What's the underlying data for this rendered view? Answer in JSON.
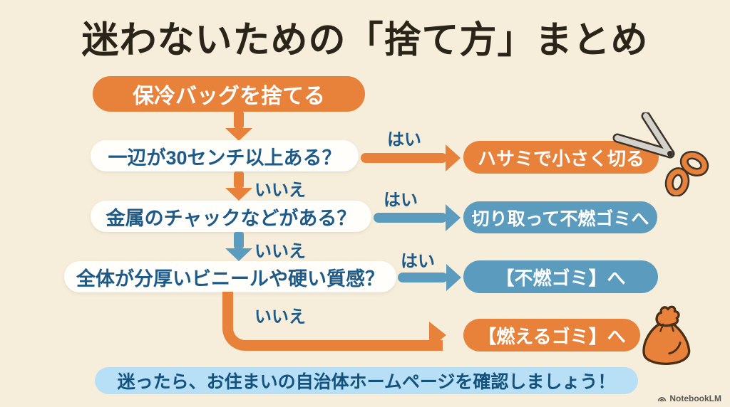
{
  "title": "迷わないための「捨て方」まとめ",
  "start": {
    "label": "保冷バッグを捨てる"
  },
  "rows": {
    "q1": {
      "question": "一辺が30センチ以上ある？",
      "yes": "はい",
      "no": "いいえ",
      "result": "ハサミで小さく切る"
    },
    "q2": {
      "question": "金属のチャックなどがある？",
      "yes": "はい",
      "no": "いいえ",
      "result": "切り取って不燃ゴミへ"
    },
    "q3": {
      "question": "全体が分厚いビニールや硬い質感？",
      "yes": "はい",
      "no": "いいえ",
      "result": "【不燃ゴミ】へ"
    },
    "final": {
      "result": "【燃えるゴミ】へ"
    }
  },
  "footer": {
    "note": "迷ったら、お住まいの自治体ホームページを確認しましょう！"
  },
  "watermark": {
    "label": "NotebookLM"
  },
  "icons": {
    "scissors": "scissors-icon",
    "trash_bag": "trash-bag-icon",
    "logo": "notebooklm-logo-icon"
  },
  "colors": {
    "background": "#f6eedb",
    "orange": "#e8813a",
    "blue": "#5b9cbe",
    "question_text": "#1d5a87",
    "result_text": "#ffffff",
    "banner_background": "#b7dff6",
    "banner_text": "#14527e",
    "title_text": "#2b2418"
  }
}
